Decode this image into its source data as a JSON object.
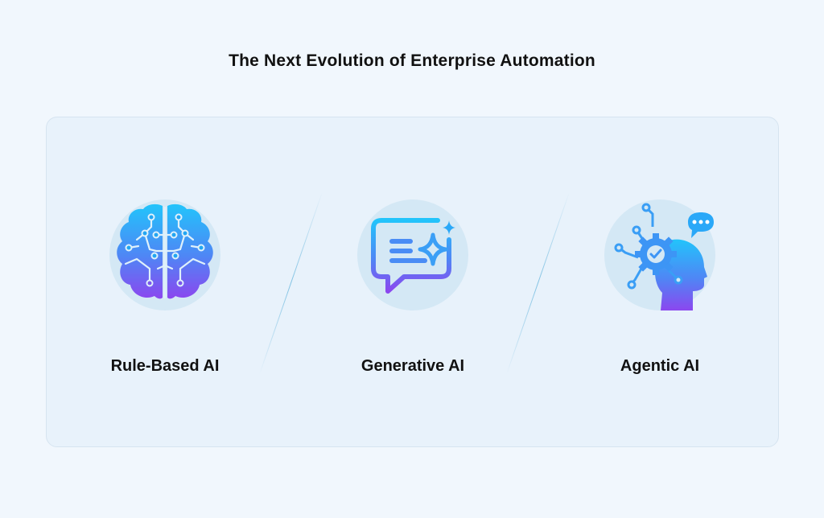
{
  "title": "The Next Evolution of Enterprise Automation",
  "stages": [
    {
      "label": "Rule-Based AI",
      "icon": "brain-circuit-icon"
    },
    {
      "label": "Generative AI",
      "icon": "chat-sparkle-icon"
    },
    {
      "label": "Agentic AI",
      "icon": "head-gear-check-icon"
    }
  ],
  "colors": {
    "background": "#f1f7fd",
    "panel": "#e8f2fb",
    "icon_circle": "#d4e8f5",
    "gradient_top": "#2bb8f8",
    "gradient_bottom": "#8a4cf0"
  }
}
